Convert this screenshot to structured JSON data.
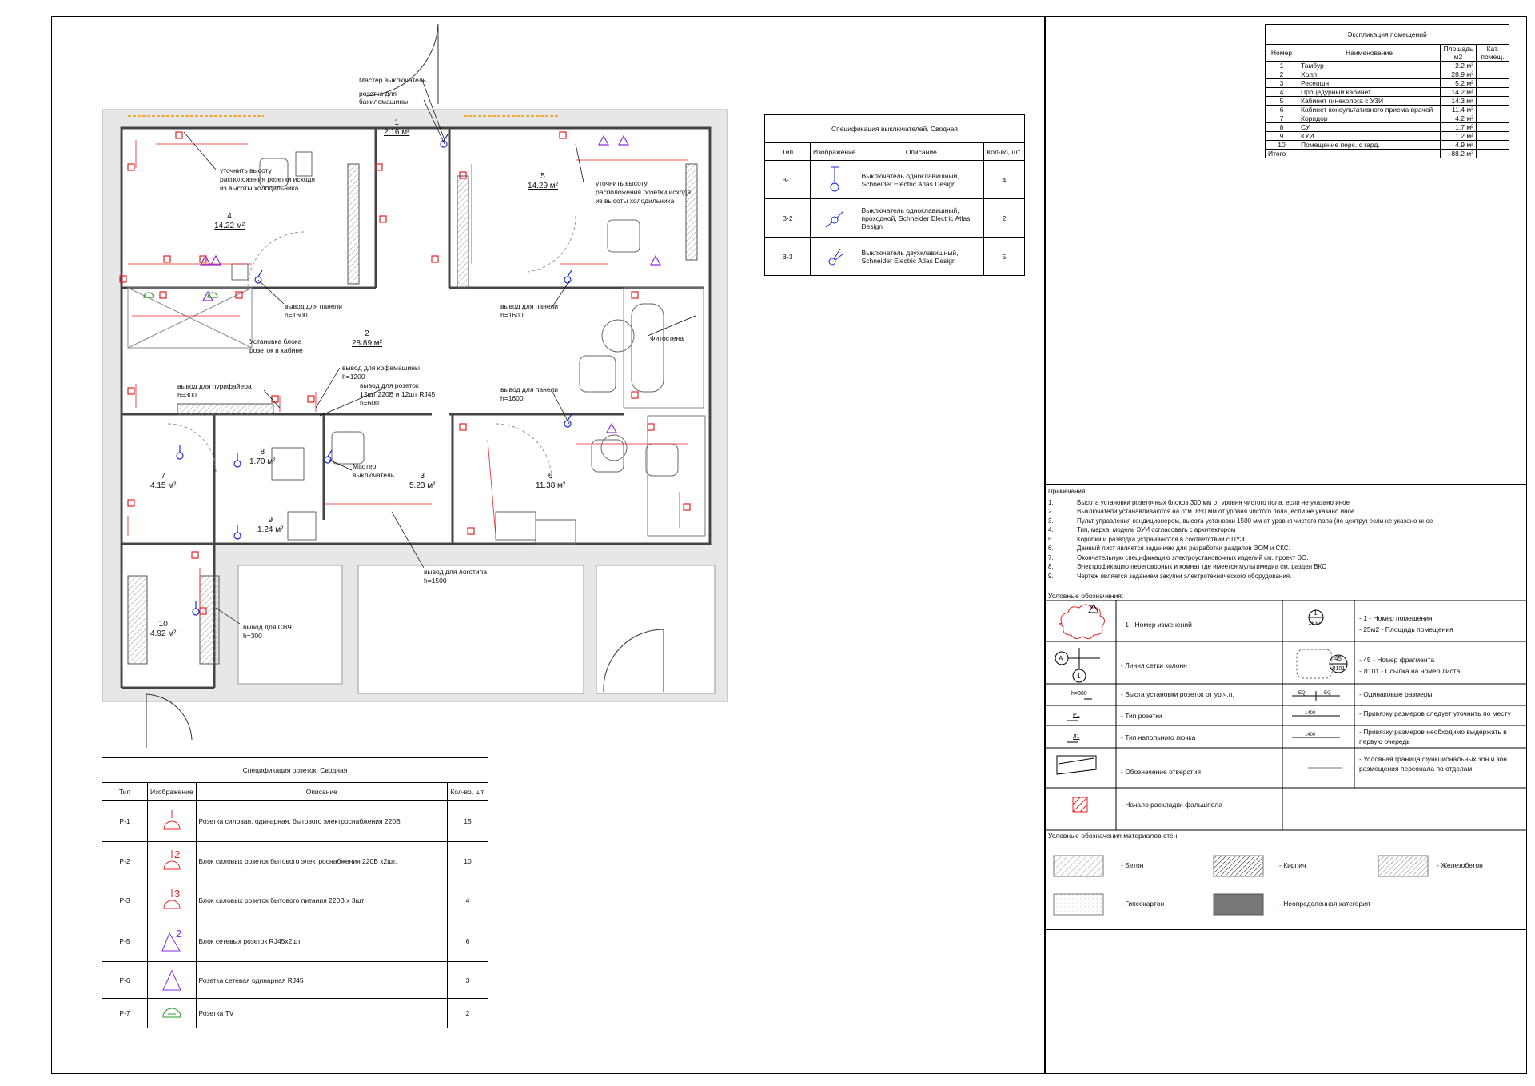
{
  "rooms_table": {
    "title": "Экспликация помещений",
    "headers": [
      "Номер",
      "Наименование",
      "Площадь м2",
      "Кат. помещ."
    ],
    "rows": [
      [
        "1",
        "Тамбур",
        "2.2 м²",
        ""
      ],
      [
        "2",
        "Холл",
        "28.9 м²",
        ""
      ],
      [
        "3",
        "Ресепшн",
        "5.2 м²",
        ""
      ],
      [
        "4",
        "Процедурный кабинет",
        "14.2 м²",
        ""
      ],
      [
        "5",
        "Кабинет гинеколога с УЗИ",
        "14.3 м²",
        ""
      ],
      [
        "6",
        "Кабинет консультативного приема врачей",
        "11.4 м²",
        ""
      ],
      [
        "7",
        "Коридор",
        "4.2 м²",
        ""
      ],
      [
        "8",
        "СУ",
        "1.7 м²",
        ""
      ],
      [
        "9",
        "КУИ",
        "1.2 м²",
        ""
      ],
      [
        "10",
        "Помещение перс. с гард.",
        "4.9 м²",
        ""
      ]
    ],
    "total_label": "Итого",
    "total_value": "88.2 м²"
  },
  "switch_spec": {
    "title": "Спецификация выключателей. Сводная",
    "headers": [
      "Тип",
      "Изображение",
      "Описание",
      "Кол-во, шт."
    ],
    "rows": [
      {
        "type": "В-1",
        "icon": "single-switch-icon",
        "desc": "Выключатель одноклавишный, Schneider Electric Atlas Design",
        "qty": "4"
      },
      {
        "type": "В-2",
        "icon": "passthrough-switch-icon",
        "desc": "Выключатель одноклавишный, проходной, Schneider Electric Atlas Design",
        "qty": "2"
      },
      {
        "type": "В-3",
        "icon": "double-switch-icon",
        "desc": "Выключатель двухклавишный, Schneider Electric Atlas Design",
        "qty": "5"
      }
    ]
  },
  "socket_spec": {
    "title": "Спецификация розеток. Сводная",
    "headers": [
      "Тип",
      "Изображение",
      "Описание",
      "Кол-во, шт."
    ],
    "rows": [
      {
        "type": "Р-1",
        "mark": "",
        "desc": "Розетка силовая, одинарная, бытового электроснабжения 220В",
        "qty": "15"
      },
      {
        "type": "Р-2",
        "mark": "2",
        "desc": "Блок силовых розеток бытового электроснабжения 220В х2шт.",
        "qty": "10"
      },
      {
        "type": "Р-3",
        "mark": "3",
        "desc": "Блок силовых розеток бытового питания 220В х 3шт",
        "qty": "4"
      },
      {
        "type": "Р-5",
        "mark": "2",
        "desc": "Блок сетевых розеток RJ45х2шт.",
        "qty": "6"
      },
      {
        "type": "Р-6",
        "mark": "",
        "desc": "Розетка сетевая одинарная RJ45",
        "qty": "3"
      },
      {
        "type": "Р-7",
        "mark": "",
        "desc": "Розетка TV",
        "qty": "2"
      }
    ]
  },
  "notes": {
    "title": "Примечания:",
    "items": [
      "Высота установки розеточных блоков 300 мм от уровня чистого пола, если не указано иное",
      "Выключатели устанавливаются на отм. 850 мм от уровня чистого пола, если не указано иное",
      "Пульт управления кондиционером, высота установки 1500 мм от уровня чистого пола (по центру) если не указано иное",
      "Тип, марка, модель ЭУИ согласовать с архитектором",
      "Коробки и разводка устраиваются в соответствии с ПУЭ.",
      "Данный лист является заданием для разработки разделов ЭОМ и СКС.",
      "Окончательную спецификацию электроустановочных изделий см. проект ЭО.",
      "Электрофикацию переговорных и комнат где имеется мультимедиа см. раздел ВКС",
      "Чертеж является заданием закупки электротехнического оборудования."
    ]
  },
  "legend": {
    "title": "Условные обозначения:",
    "items": {
      "changes": "- 1 - Номер изменений",
      "room_a": "- 1 - Номер помещения",
      "room_b": "- 25м2 - Площадь помещения",
      "grid": "- Линия сетки колонн",
      "frag_a": "- 45 - Номер фрагмента",
      "frag_b": "- Л101 - Ссылка на номер листа",
      "height": "- Выста установки розеток от ур.ч.п.",
      "equal": "- Одинаковые размеры",
      "socket_type": "- Тип розетки",
      "dim_place": "- Привязку размеров следует уточнить по месту",
      "floor_box": "- Тип напольного лючка",
      "dim_keep": "- Привязку размеров необходимо выдержать в первую очередь",
      "opening": "- Обозначение отверстия",
      "zone": "- Условная граница функциональных зон и зон размещения персонала по отделам",
      "tile_start": "- Начало раскладки фальшпола"
    },
    "sym": {
      "changes_mark": "1",
      "room_num": "1",
      "room_area": "25 м²",
      "grid_letter": "А",
      "grid_num": "1",
      "frag_num": "45",
      "frag_sheet": "Л101",
      "height_code": "h=300",
      "socket_code": "Р1",
      "floor_code": "Л1",
      "eq": "EQ",
      "dim1": "1400",
      "dim2": "1400"
    }
  },
  "materials": {
    "title": "Условные обозначения материалов стен:",
    "items": [
      "- Бетон",
      "- Кирпич",
      "- Железобетон",
      "- Гипсокартон",
      "- Неопределенная категория"
    ]
  },
  "plan": {
    "rooms": [
      {
        "num": "1",
        "area": "2.16 м²"
      },
      {
        "num": "2",
        "area": "28.89 м²"
      },
      {
        "num": "3",
        "area": "5.23 м²"
      },
      {
        "num": "4",
        "area": "14.22 м²"
      },
      {
        "num": "5",
        "area": "14.29 м²"
      },
      {
        "num": "6",
        "area": "11.38 м²"
      },
      {
        "num": "7",
        "area": "4.15 м²"
      },
      {
        "num": "8",
        "area": "1.70 м²"
      },
      {
        "num": "9",
        "area": "1.24 м²"
      },
      {
        "num": "10",
        "area": "4.92 м²"
      }
    ],
    "labels": {
      "master_sw": "Мастер выключатель",
      "bidet": "розетка для бахиломашины",
      "fridge4_a": "уточнить высоту",
      "fridge4_b": "расположения розетки исходя",
      "fridge4_c": "из высоты холодильника",
      "fridge5_a": "уточнить высоту",
      "fridge5_b": "расположения розетки исходя",
      "fridge5_c": "из высоты холодильника",
      "panel1_a": "вывод для панели",
      "panel1_b": "h=1600",
      "panel2_a": "вывод для панели",
      "panel2_b": "h=1600",
      "panel3_a": "вывод для панели",
      "panel3_b": "h=1600",
      "block_a": "Установка блока",
      "block_b": "розеток в кабине",
      "purifier_a": "вывод для пурифайера",
      "purifier_b": "h=300",
      "coffee_a": "вывод для кофемашины",
      "coffee_b": "h=1200",
      "rj_a": "вывод для розеток",
      "rj_b": "12шт 220В и 12шт RJ45",
      "rj_c": "h=600",
      "phyto": "Фитостена",
      "master2_a": "Мастер",
      "master2_b": "выключатель",
      "logo_a": "вывод для логотипа",
      "logo_b": "h=1500",
      "microwave_a": "вывод для СВЧ",
      "microwave_b": "h=300"
    }
  }
}
